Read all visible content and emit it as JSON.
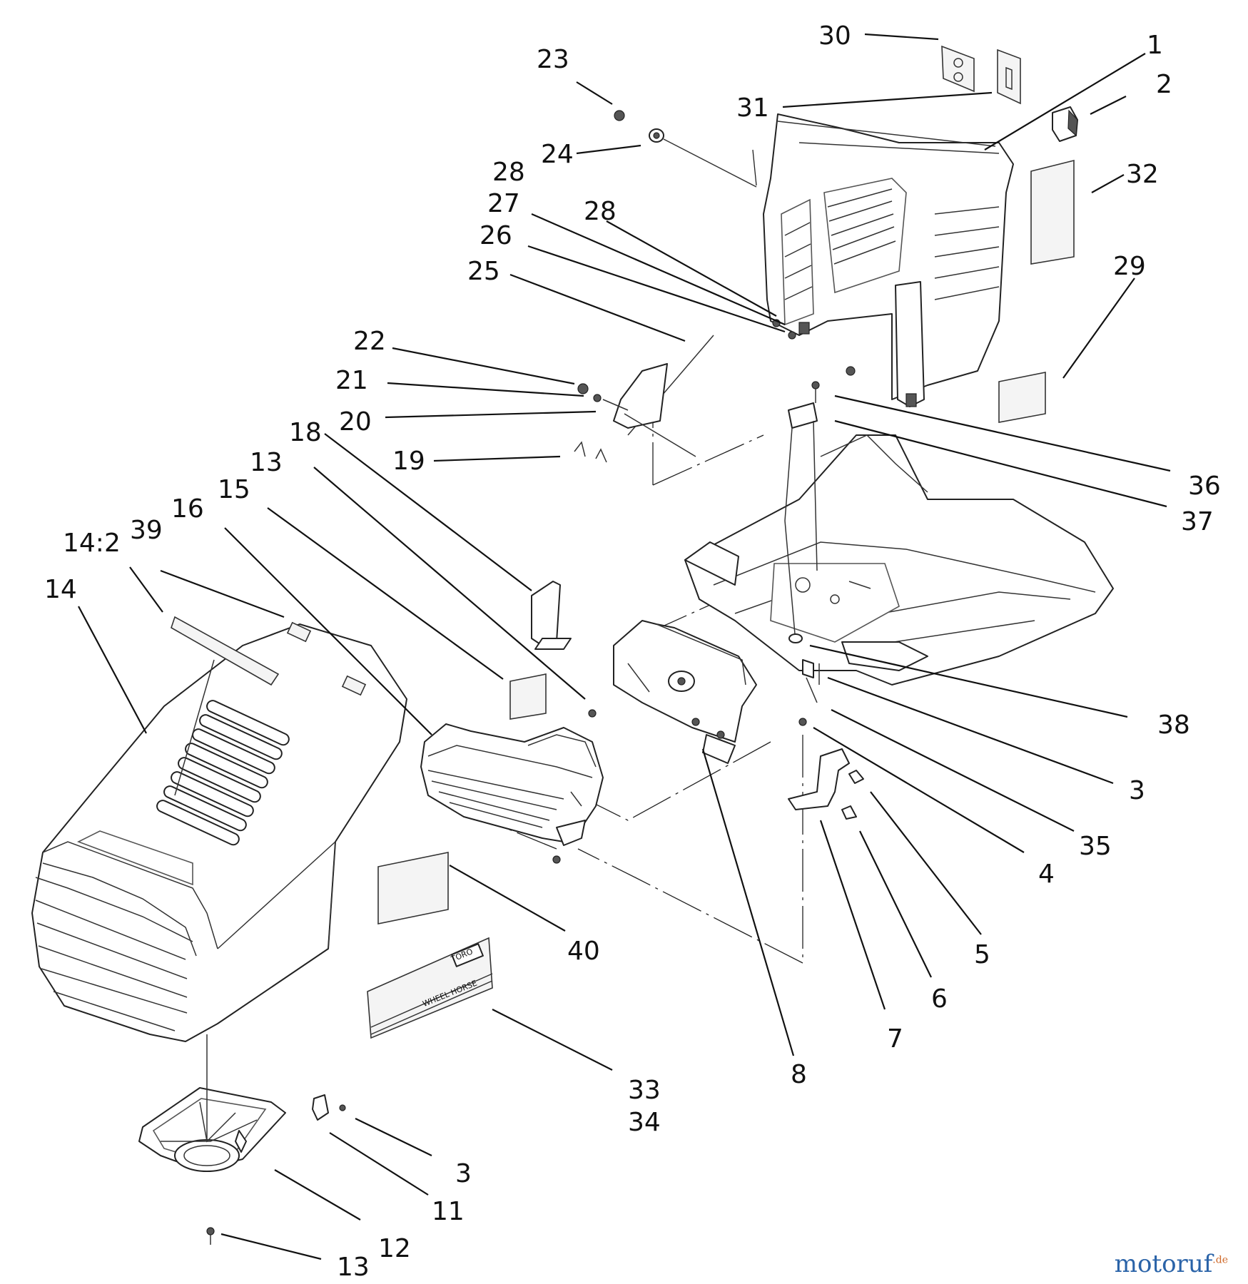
{
  "callouts": [
    {
      "id": "c30",
      "label": "30"
    },
    {
      "id": "c1",
      "label": "1"
    },
    {
      "id": "c23",
      "label": "23"
    },
    {
      "id": "c2",
      "label": "2"
    },
    {
      "id": "c31",
      "label": "31"
    },
    {
      "id": "c24",
      "label": "24"
    },
    {
      "id": "c32",
      "label": "32"
    },
    {
      "id": "c28a",
      "label": "28"
    },
    {
      "id": "c27",
      "label": "27"
    },
    {
      "id": "c28b",
      "label": "28"
    },
    {
      "id": "c26",
      "label": "26"
    },
    {
      "id": "c29",
      "label": "29"
    },
    {
      "id": "c25",
      "label": "25"
    },
    {
      "id": "c22",
      "label": "22"
    },
    {
      "id": "c21",
      "label": "21"
    },
    {
      "id": "c20",
      "label": "20"
    },
    {
      "id": "c18",
      "label": "18"
    },
    {
      "id": "c19",
      "label": "19"
    },
    {
      "id": "c13a",
      "label": "13"
    },
    {
      "id": "c36",
      "label": "36"
    },
    {
      "id": "c15",
      "label": "15"
    },
    {
      "id": "c37",
      "label": "37"
    },
    {
      "id": "c16",
      "label": "16"
    },
    {
      "id": "c39",
      "label": "39"
    },
    {
      "id": "c14-2",
      "label": "14:2"
    },
    {
      "id": "c14",
      "label": "14"
    },
    {
      "id": "c38",
      "label": "38"
    },
    {
      "id": "c3a",
      "label": "3"
    },
    {
      "id": "c35",
      "label": "35"
    },
    {
      "id": "c4",
      "label": "4"
    },
    {
      "id": "c40",
      "label": "40"
    },
    {
      "id": "c5",
      "label": "5"
    },
    {
      "id": "c6",
      "label": "6"
    },
    {
      "id": "c7",
      "label": "7"
    },
    {
      "id": "c8",
      "label": "8"
    },
    {
      "id": "c33",
      "label": "33"
    },
    {
      "id": "c34",
      "label": "34"
    },
    {
      "id": "c3b",
      "label": "3"
    },
    {
      "id": "c11",
      "label": "11"
    },
    {
      "id": "c12",
      "label": "12"
    },
    {
      "id": "c13b",
      "label": "13"
    }
  ],
  "decals": {
    "brand_badge": "TORO",
    "model_name": "WHEEL HORSE"
  },
  "watermark": {
    "text": "motoruf",
    "suffix": ".de"
  },
  "colors": {
    "line": "#222222",
    "watermark_blue": "#2a63a8",
    "watermark_orange": "#cf6a2a"
  }
}
